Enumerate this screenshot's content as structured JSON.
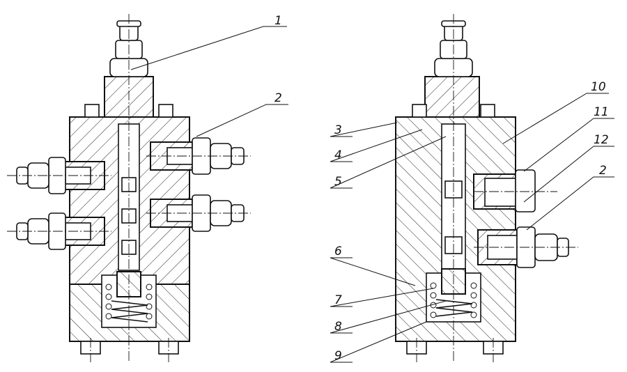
{
  "labels": {
    "l1": "1",
    "l2a": "2",
    "l2b": "2",
    "l3": "3",
    "l4": "4",
    "l5": "5",
    "l6": "6",
    "l7": "7",
    "l8": "8",
    "l9": "9",
    "l10": "10",
    "l11": "11",
    "l12": "12"
  }
}
